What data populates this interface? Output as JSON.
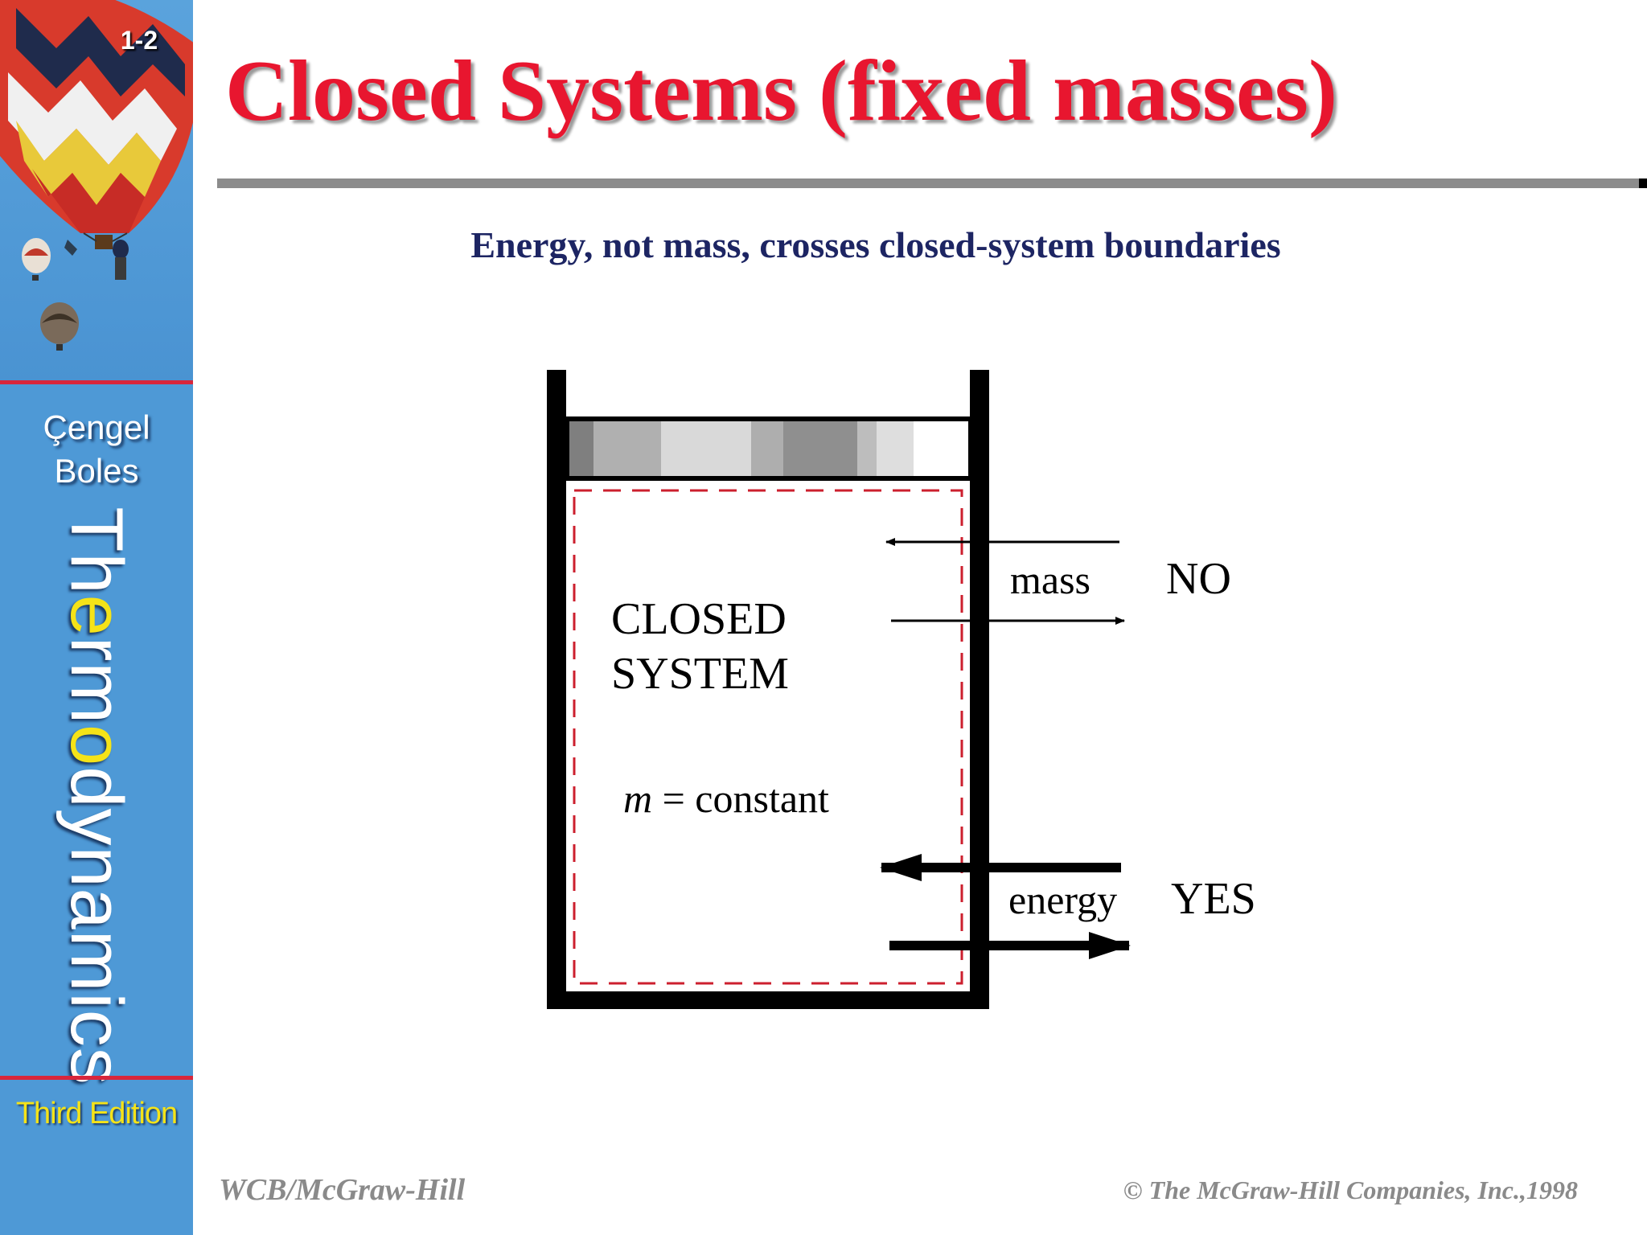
{
  "sidebar": {
    "slide_number": "1-2",
    "author_1": "Çengel",
    "author_2": "Boles",
    "vertical_title_parts": [
      "T",
      "h",
      "e",
      "r",
      "m",
      "o",
      "d",
      "y",
      "n",
      "a",
      "m",
      "i",
      "c",
      "s"
    ],
    "edition": "Third Edition"
  },
  "title": "Closed Systems (fixed masses)",
  "subtitle": "Energy, not mass, crosses closed-system boundaries",
  "diagram": {
    "system_label_line1": "CLOSED",
    "system_label_line2": "SYSTEM",
    "mass_symbol": "m",
    "mass_equation_rest": " = constant",
    "mass_label": "mass",
    "mass_answer": "NO",
    "energy_label": "energy",
    "energy_answer": "YES",
    "boundary_color": "#cc1f2e"
  },
  "footer": {
    "publisher": "WCB/McGraw-Hill",
    "copyright": "© The McGraw-Hill Companies, Inc.,1998"
  },
  "colors": {
    "title": "#e8162f",
    "subtitle": "#1d2563",
    "sidebar": "#4e99d6",
    "accent_rule": "#d8263b",
    "highlight": "#f5e318"
  }
}
